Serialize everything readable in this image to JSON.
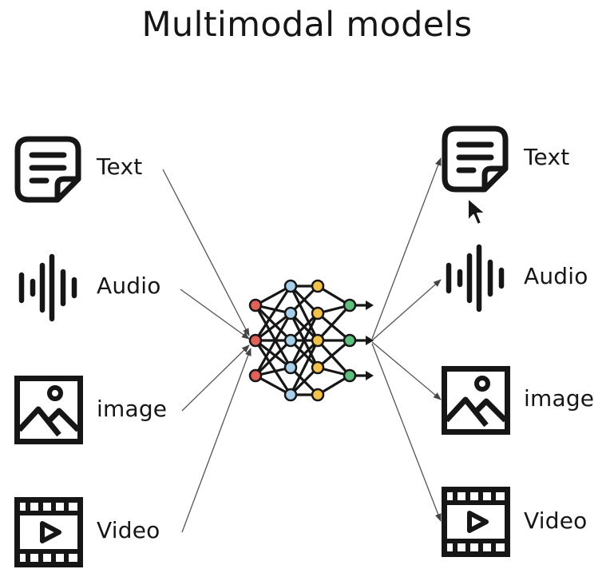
{
  "title": "Multimodal models",
  "inputs": [
    {
      "label": "Text",
      "icon": "document-icon"
    },
    {
      "label": "Audio",
      "icon": "sound-wave-icon"
    },
    {
      "label": "image",
      "icon": "image-icon"
    },
    {
      "label": "Video",
      "icon": "video-icon"
    }
  ],
  "outputs": [
    {
      "label": "Text",
      "icon": "document-icon"
    },
    {
      "label": "Audio",
      "icon": "sound-wave-icon"
    },
    {
      "label": "image",
      "icon": "image-icon"
    },
    {
      "label": "Video",
      "icon": "video-icon"
    }
  ],
  "center": {
    "icon": "neural-network-icon"
  },
  "colors": {
    "ink": "#161616",
    "node_red": "#e0605a",
    "node_blue": "#a8cfe8",
    "node_yellow": "#f2c24b",
    "node_green": "#5fbf7f"
  }
}
